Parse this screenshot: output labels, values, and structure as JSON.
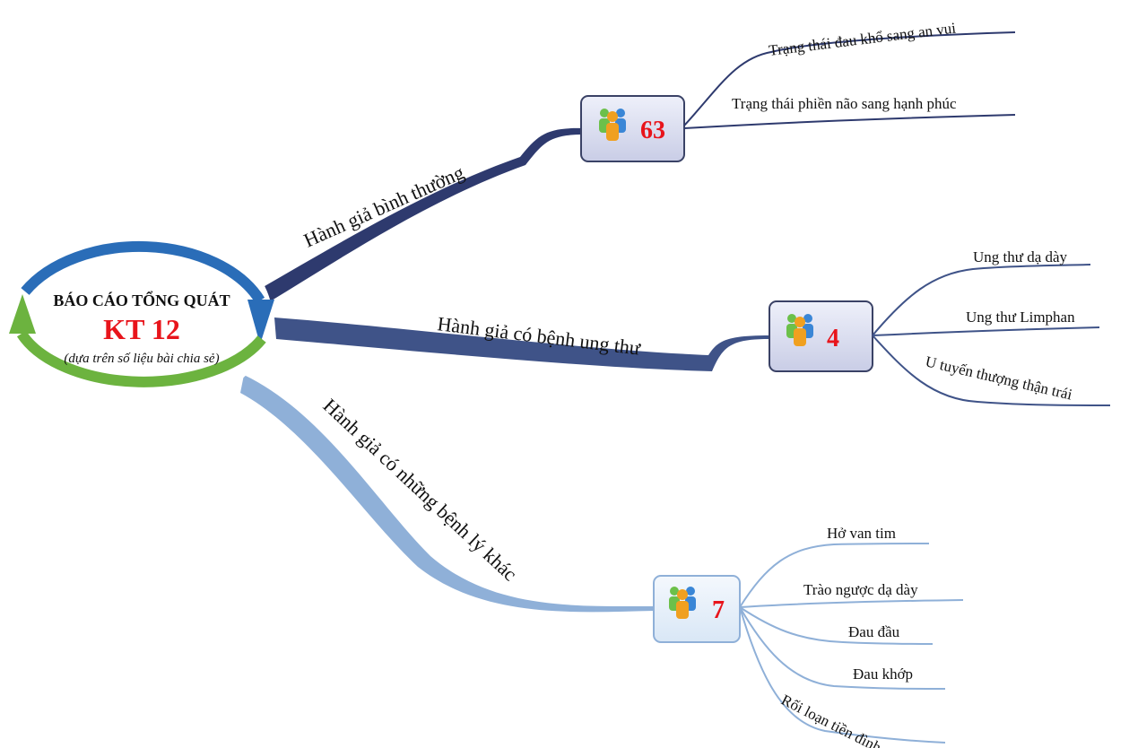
{
  "central": {
    "title": "BÁO CÁO TỔNG QUÁT",
    "code": "KT 12",
    "subtitle": "(dựa trên số liệu bài chia sẻ)"
  },
  "branches": [
    {
      "label": "Hành giả bình thường",
      "count": "63",
      "color": "#2e3a6e",
      "leaves": [
        "Trạng thái đau khổ sang an vui",
        "Trạng thái phiền não sang hạnh phúc"
      ]
    },
    {
      "label": "Hành giả có bệnh ung thư",
      "count": "4",
      "color": "#3f5388",
      "leaves": [
        "Ung thư dạ dày",
        "Ung thư Limphan",
        "U tuyến thượng thận trái"
      ]
    },
    {
      "label": "Hành giả có những bệnh lý khác",
      "count": "7",
      "color": "#8fb0d8",
      "leaves": [
        "Hở van tim",
        "Trào ngược dạ dày",
        "Đau đầu",
        "Đau khớp",
        "Rối loạn tiền đình"
      ]
    }
  ],
  "icons": {
    "group": "people-group-icon"
  },
  "colors": {
    "count_text": "#e8141b",
    "ring_blue": "#2a6db8",
    "ring_green": "#6cb33f"
  }
}
